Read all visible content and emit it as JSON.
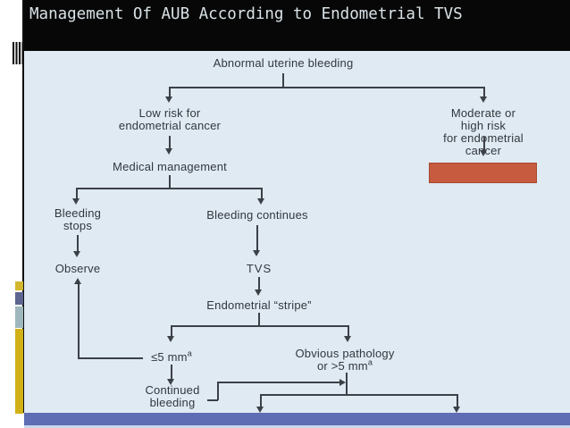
{
  "title_bar": {
    "title": "Management Of AUB According to Endometrial TVS"
  },
  "flowchart": {
    "nodes": {
      "abnormal": "Abnormal uterine bleeding",
      "low_risk": "Low risk for\nendometrial cancer",
      "moderate_high_risk": "Moderate or high risk\nfor endometrial cancer",
      "medical_management": "Medical management",
      "bleeding_stops": "Bleeding\nstops",
      "bleeding_continues": "Bleeding continues",
      "observe": "Observe",
      "tvs": "TVS",
      "endometrial_stripe": "Endometrial “stripe”",
      "le_5mm_text": "≤5 mm",
      "le_5mm_sup": "a",
      "pathology_line1": "Obvious pathology",
      "pathology_line2": "or >5 mm",
      "pathology_sup": "a",
      "continued_bleeding": "Continued\nbleeding"
    }
  },
  "colors": {
    "slide-bg": "#e0eaf3",
    "line": "#3b4147",
    "text": "#31373d",
    "title-text": "#d9e3e7",
    "title-bg": "#070707",
    "redaction-fill": "#c75b40",
    "redaction-border": "#a64830",
    "bottom-bar": "#5e6db4",
    "accent-gold": "#d2b117",
    "accent-yellow": "#d3b62d",
    "accent-slate": "#5d6590",
    "accent-teal": "#9eb7bd"
  }
}
